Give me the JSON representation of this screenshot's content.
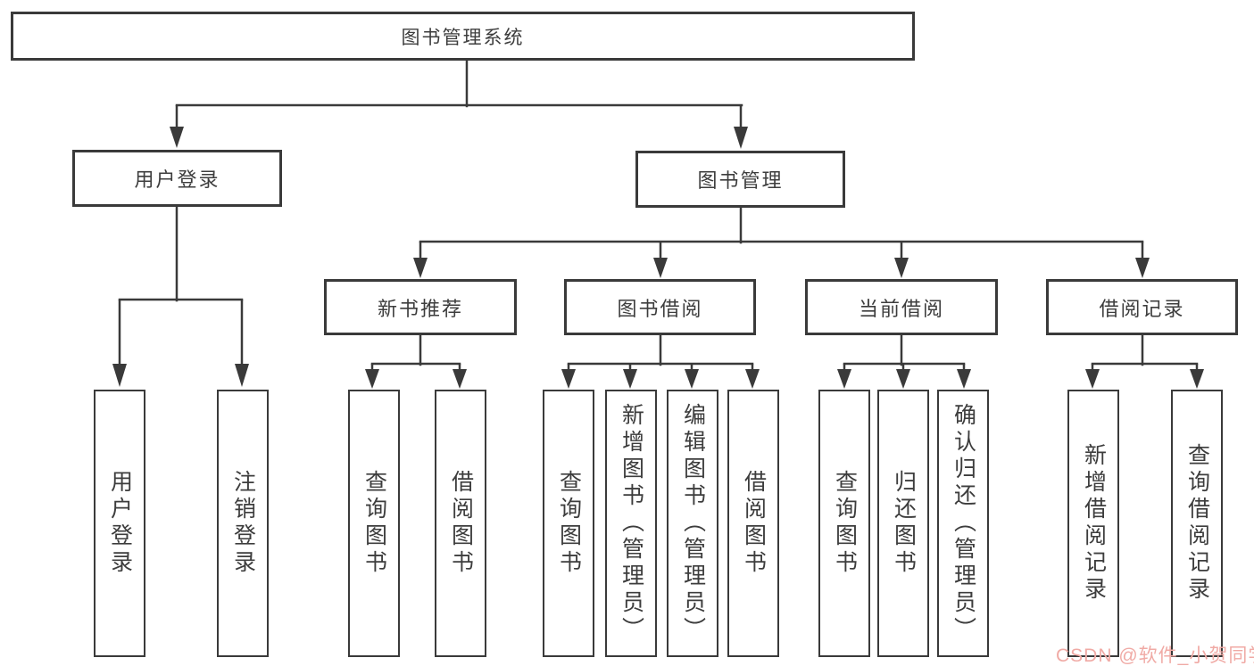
{
  "diagram": {
    "title_node": "图书管理系统",
    "tree": {
      "root": {
        "label": "图书管理系统"
      },
      "children": [
        {
          "label": "用户登录",
          "children": [
            {
              "label": "用户登录"
            },
            {
              "label": "注销登录"
            }
          ]
        },
        {
          "label": "图书管理",
          "children": [
            {
              "label": "新书推荐",
              "children": [
                {
                  "label": "查询图书"
                },
                {
                  "label": "借阅图书"
                }
              ]
            },
            {
              "label": "图书借阅",
              "children": [
                {
                  "label": "查询图书"
                },
                {
                  "label": "新增图书（管理员）"
                },
                {
                  "label": "编辑图书（管理员）"
                },
                {
                  "label": "借阅图书"
                }
              ]
            },
            {
              "label": "当前借阅",
              "children": [
                {
                  "label": "查询图书"
                },
                {
                  "label": "归还图书"
                },
                {
                  "label": "确认归还（管理员）"
                }
              ]
            },
            {
              "label": "借阅记录",
              "children": [
                {
                  "label": "新增借阅记录"
                },
                {
                  "label": "查询借阅记录"
                }
              ]
            }
          ]
        }
      ]
    },
    "colors": {
      "line": "#3a3a3a",
      "text": "#3d3d3d",
      "background": "#ffffff",
      "watermark": "#f0aaa5"
    }
  },
  "watermark": {
    "text": "CSDN @软件_小贺同学"
  }
}
